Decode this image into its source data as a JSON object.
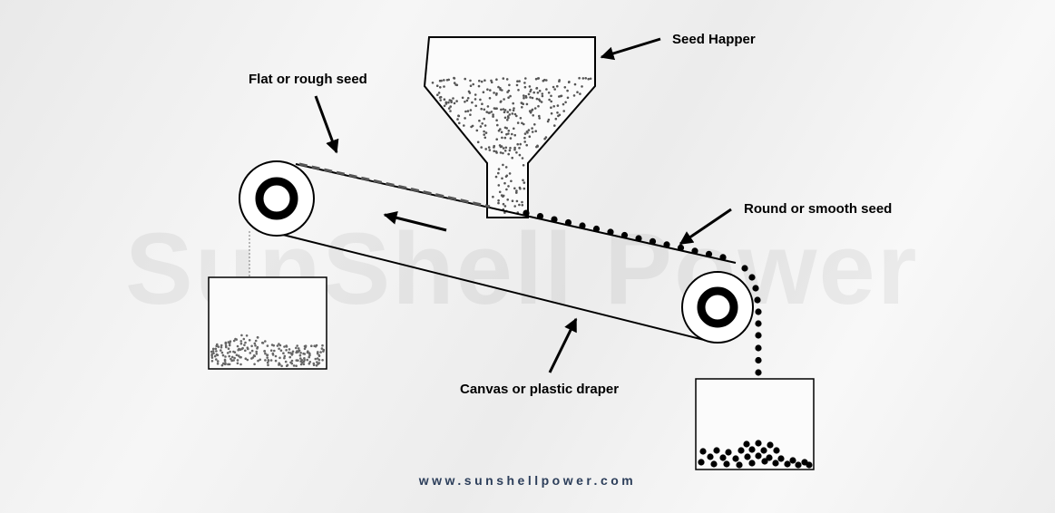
{
  "labels": {
    "hopper": "Seed Happer",
    "flat_seed": "Flat or rough seed",
    "round_seed": "Round or smooth seed",
    "draper": "Canvas or plastic draper"
  },
  "watermark": "SunShell Power",
  "website": "www.sunshellpower.com",
  "colors": {
    "website": "#2c3e5a",
    "line": "#000000"
  },
  "icons": {
    "hopper_arrow": "arrow-icon",
    "flat_seed_arrow": "arrow-icon",
    "round_seed_arrow": "arrow-icon",
    "draper_arrow": "arrow-icon",
    "belt_direction_arrow": "arrow-left-icon"
  }
}
